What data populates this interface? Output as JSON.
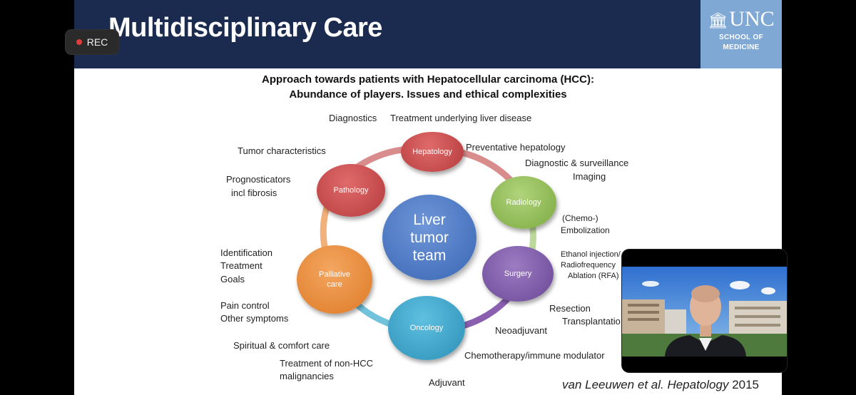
{
  "recording": {
    "label": "REC"
  },
  "slide": {
    "title": "Multidisciplinary Care",
    "logo": {
      "wordmark": "UNC",
      "line1": "SCHOOL OF",
      "line2": "MEDICINE"
    },
    "subtitle_line1": "Approach towards patients with Hepatocellular carcinoma (HCC):",
    "subtitle_line2": "Abundance of  players. Issues and  ethical complexities",
    "center_node": {
      "line1": "Liver",
      "line2": "tumor",
      "line3": "team"
    },
    "nodes": [
      {
        "label": "Hepatology",
        "color": "#c64848"
      },
      {
        "label": "Radiology",
        "color": "#8fbe4e"
      },
      {
        "label": "Surgery",
        "color": "#7e5aa6"
      },
      {
        "label": "Oncology",
        "color": "#3aa3c9"
      },
      {
        "label_line1": "Palliative",
        "label_line2": "care",
        "color": "#e88a36"
      },
      {
        "label": "Pathology",
        "color": "#c64848"
      }
    ],
    "annotations": {
      "diagnostics": "Diagnostics",
      "treatment_liver": "Treatment underlying liver disease",
      "preventative": "Preventative hepatology",
      "diag_surv": "Diagnostic & surveillance",
      "imaging": "Imaging",
      "chemo": "(Chemo-)",
      "embolization": "Embolization",
      "ethanol": "Ethanol injection/",
      "radiofreq": "Radiofrequency",
      "ablation": "Ablation (RFA)",
      "resection": "Resection",
      "transplant": "Transplantatio",
      "neoadjuvant": "Neoadjuvant",
      "chemo_immune": "Chemotherapy/immune modulator",
      "adjuvant": "Adjuvant",
      "tumor_char": "Tumor characteristics",
      "prognosticators": "Prognosticators",
      "incl_fibrosis": "incl fibrosis",
      "identification": "Identification",
      "treatment": "Treatment",
      "goals": "Goals",
      "pain_control": "Pain control",
      "other_symptoms": "Other symptoms",
      "spiritual": "Spiritual & comfort care",
      "non_hcc1": "Treatment of non-HCC",
      "non_hcc2": "malignancies"
    },
    "citation": {
      "authors": "van Leeuwen et al. Hepatology",
      "year": "2015"
    }
  }
}
